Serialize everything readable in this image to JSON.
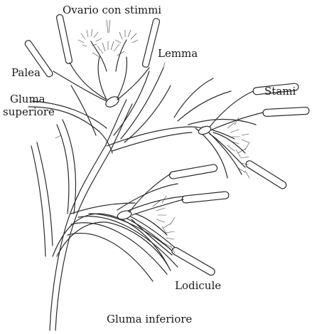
{
  "labels": {
    "ovary": "Ovario con stimmi",
    "lemma": "Lemma",
    "palea": "Palea",
    "upper_glume_line1": "Gluma",
    "upper_glume_line2": "superiore",
    "stamens": "Stami",
    "lodicules": "Lodicule",
    "lower_glume": "Gluma inferiore"
  },
  "colors": {
    "ink": "#2b2b2b",
    "background": "#ffffff"
  }
}
